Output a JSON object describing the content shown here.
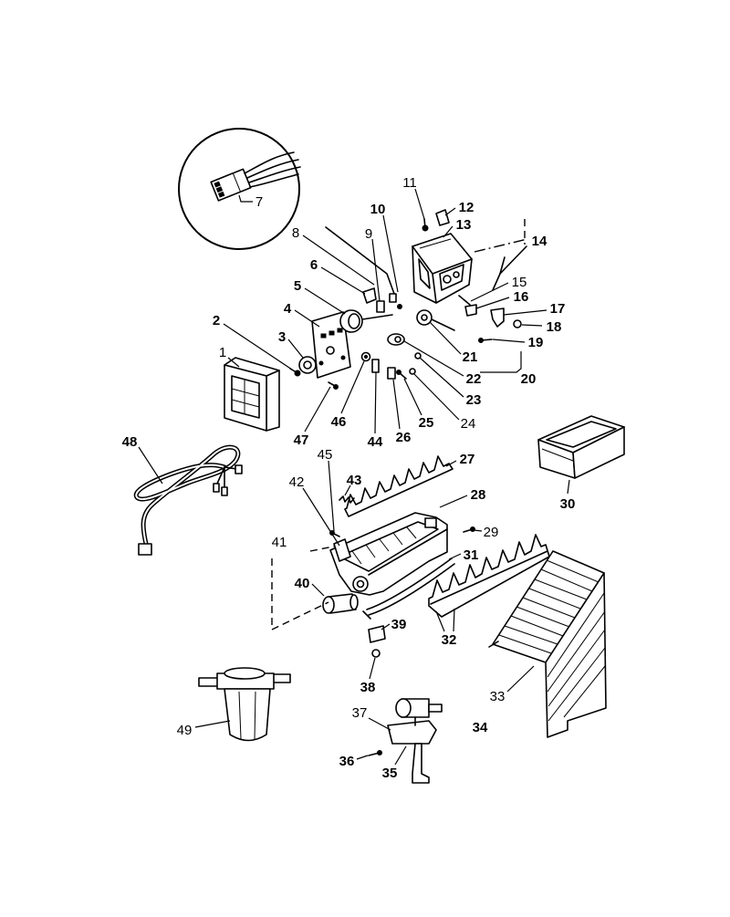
{
  "diagram": {
    "part_numbers": [
      "1",
      "2",
      "3",
      "4",
      "5",
      "6",
      "7",
      "8",
      "9",
      "10",
      "11",
      "12",
      "13",
      "14",
      "15",
      "16",
      "17",
      "18",
      "19",
      "20",
      "21",
      "22",
      "23",
      "24",
      "25",
      "26",
      "27",
      "28",
      "29",
      "30",
      "31",
      "32",
      "33",
      "34",
      "35",
      "36",
      "37",
      "38",
      "39",
      "40",
      "41",
      "42",
      "43",
      "44",
      "45",
      "46",
      "47",
      "48",
      "49"
    ]
  }
}
